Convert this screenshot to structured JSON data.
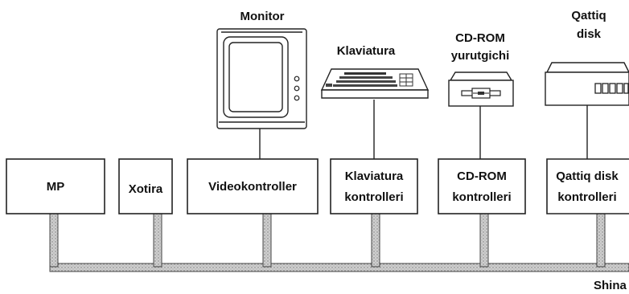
{
  "blocks": {
    "mp": "MP",
    "xotira": "Xotira",
    "videokontroller": "Videokontroller",
    "klav_kontroller_1": "Klaviatura",
    "klav_kontroller_2": "kontrolleri",
    "cdrom_kontroller_1": "CD-ROM",
    "cdrom_kontroller_2": "kontrolleri",
    "qattiq_kontroller_1": "Qattiq disk",
    "qattiq_kontroller_2": "kontrolleri"
  },
  "devices": {
    "monitor": "Monitor",
    "klaviatura": "Klaviatura",
    "cdrom_1": "CD-ROM",
    "cdrom_2": "yurutgichi",
    "disk_1": "Qattiq",
    "disk_2": "disk"
  },
  "bus_label": "Shina"
}
